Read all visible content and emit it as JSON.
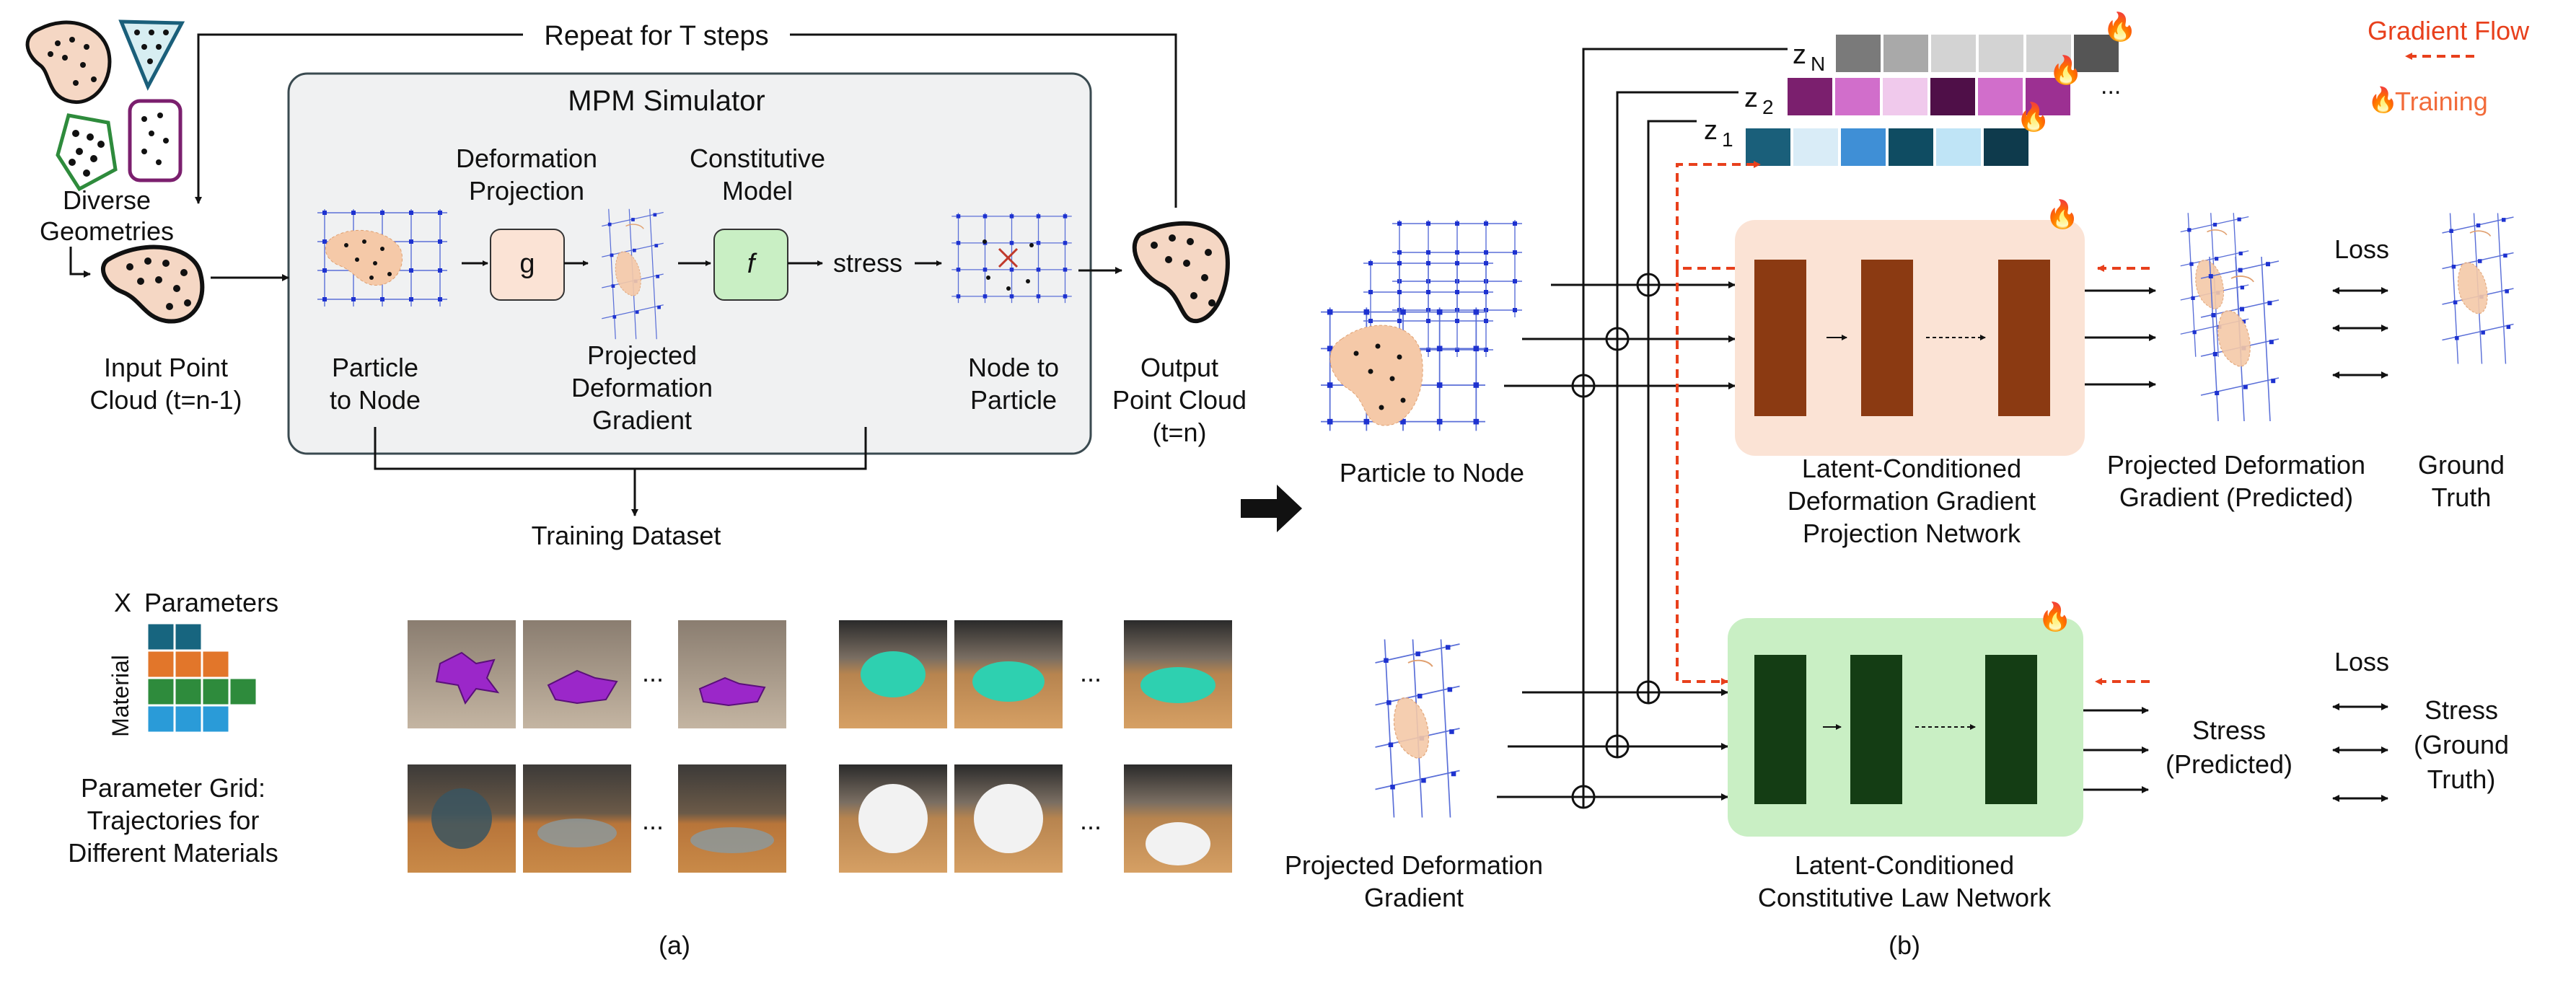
{
  "panel_a": {
    "repeat_label": "Repeat for T steps",
    "simulator_title": "MPM Simulator",
    "geometries_label": [
      "Diverse",
      "Geometries"
    ],
    "input_label": [
      "Input Point",
      "Cloud (t=n-1)"
    ],
    "p2n_label": [
      "Particle",
      "to Node"
    ],
    "defproj_label": [
      "Deformation",
      "Projection"
    ],
    "g_symbol": "g",
    "constitutive_label": [
      "Constitutive",
      "Model"
    ],
    "f_symbol": "f",
    "stress_label": "stress",
    "projected_label": [
      "Projected",
      "Deformation",
      "Gradient"
    ],
    "n2p_label": [
      "Node to",
      "Particle"
    ],
    "output_label": [
      "Output",
      "Point Cloud",
      "(t=n)"
    ],
    "training_dataset": "Training Dataset",
    "x_label": "X",
    "parameters_label": "Parameters",
    "material_label": "Material",
    "grid_caption": [
      "Parameter Grid:",
      "Trajectories for",
      "Different Materials"
    ],
    "ellipsis": "...",
    "caption": "(a)"
  },
  "panel_b": {
    "latent_labels": [
      "z",
      "z",
      "z"
    ],
    "latent_subscripts": [
      "N",
      "2",
      "1"
    ],
    "legend_gradient": "Gradient Flow",
    "legend_training": "Training",
    "fire_icon": "🔥",
    "dots": "...",
    "p2n_label": "Particle to Node",
    "net1_label": [
      "Latent-Conditioned",
      "Deformation Gradient",
      "Projection Network"
    ],
    "pred1_label": [
      "Projected Deformation",
      "Gradient (Predicted)"
    ],
    "loss_label": "Loss",
    "gt1_label": [
      "Ground",
      "Truth"
    ],
    "pdg_label": [
      "Projected Deformation",
      "Gradient"
    ],
    "net2_label": [
      "Latent-Conditioned",
      "Constitutive Law Network"
    ],
    "stress_pred_label": [
      "Stress",
      "(Predicted)"
    ],
    "stress_gt_label": [
      "Stress",
      "(Ground",
      "Truth)"
    ],
    "caption": "(b)"
  },
  "colors": {
    "gradient_red": "#e8401c",
    "training_orange": "#f26b3a",
    "net1_bg": "#fbe3d5",
    "net1_block": "#8b3a12",
    "net2_bg": "#c9efc4",
    "net2_block": "#143d14",
    "sim_bg": "#f0f1f2",
    "g_box": "#fbe3d5",
    "f_box": "#c9efc4",
    "grid_blue": "#1e32d0",
    "blob": "#f5c9a8",
    "zN": [
      "#7a7a7a",
      "#a9a9a9",
      "#d3d3d3",
      "#d3d3d3",
      "#d3d3d3",
      "#555555"
    ],
    "z2": [
      "#7b1f6e",
      "#d16ecb",
      "#f0c9ec",
      "#4f0f48",
      "#d16ecb",
      "#9c3092"
    ],
    "z1": [
      "#1a5f7a",
      "#d9ecf7",
      "#3f8fd6",
      "#0f4c62",
      "#bfe4f6",
      "#0e3a4c"
    ],
    "material_grid": [
      "#17657f",
      "#e2762a",
      "#2e8b3c",
      "#2a9bd8"
    ],
    "thumb_purple": "#9b27c9",
    "thumb_teal": "#2ed0b0",
    "thumb_white": "#f2f2f2",
    "thumb_glass": "#3a5560"
  }
}
